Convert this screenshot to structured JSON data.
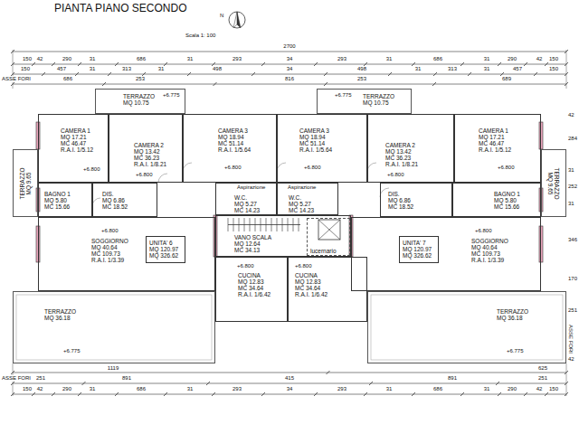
{
  "diagram": {
    "title": "PIANTA PIANO SECONDO",
    "nodes": [
      {
        "text": [
          "TERRAZZO",
          "MQ 10.75"
        ]
      },
      {
        "text": [
          "TERRAZZO",
          "MQ 10.75"
        ]
      },
      {
        "text": [
          "CAMERA 1",
          "MQ 17.21",
          "MC 46.47",
          "R.A.I. 1/5.12"
        ]
      },
      {
        "text": [
          "CAMERA 2",
          "MQ 13.42",
          "MC 36.23",
          "R.A.I. 1/8.21"
        ]
      },
      {
        "text": [
          "CAMERA 3",
          "MQ 18.94",
          "MC 51.14",
          "R.A.I. 1/5.64"
        ]
      },
      {
        "text": [
          "CAMERA 3",
          "MQ 18.94",
          "MC 51.14",
          "R.A.I. 1/5.64"
        ]
      },
      {
        "text": [
          "CAMERA 2",
          "MQ 13.42",
          "MC 36.23",
          "R.A.I. 1/8.21"
        ]
      },
      {
        "text": [
          "CAMERA 1",
          "MQ 17.21",
          "MC 46.47",
          "R.A.I. 1/5.12"
        ]
      },
      {
        "text": [
          "TERRAZZO",
          "MQ 9.65"
        ]
      },
      {
        "text": [
          "TERRAZZO",
          "MQ 9.65"
        ]
      },
      {
        "text": [
          "BAGNO 1",
          "MQ 5.80",
          "MC 15.66"
        ]
      },
      {
        "text": [
          "DIS.",
          "MQ 6.86",
          "MC 18.52"
        ]
      },
      {
        "text": [
          "W.C.",
          "MQ 5.27",
          "MC 14.23"
        ]
      },
      {
        "text": [
          "W.C.",
          "MQ 5.27",
          "MC 14.23"
        ]
      },
      {
        "text": [
          "DIS.",
          "MQ 6.86",
          "MC 18.52"
        ]
      },
      {
        "text": [
          "BAGNO 1",
          "MQ 5.80",
          "MC 15.66"
        ]
      },
      {
        "text": [
          "SOGGIORNO",
          "MQ 40.64",
          "MC 109.73",
          "R.A.I. 1/3.39"
        ]
      },
      {
        "text": [
          "UNITA' 6",
          "MQ 120.97",
          "MQ 326.62"
        ],
        "in": 16
      },
      {
        "text": [
          "VANO SCALA",
          "MQ 12.64",
          "MC 34.13"
        ]
      },
      {
        "text": [
          "lucernario"
        ],
        "in": 18
      },
      {
        "text": [
          "SOGGIORNO",
          "MQ 40.64",
          "MC 109.73",
          "R.A.I. 1/3.39"
        ]
      },
      {
        "text": [
          "UNITA' 7",
          "MQ 120.97",
          "MQ 326.62"
        ],
        "in": 20
      },
      {
        "text": [
          "CUCINA",
          "MQ 12.83",
          "MC 34.64",
          "R.A.I. 1/6.42"
        ]
      },
      {
        "text": [
          "CUCINA",
          "MQ 12.83",
          "MC 34.64",
          "R.A.I. 1/6.42"
        ]
      },
      {
        "text": [
          "TERRAZZO",
          "MQ 36.18"
        ]
      },
      {
        "text": [
          "TERRAZZO",
          "MQ 36.18"
        ]
      }
    ],
    "labels": [
      "Scala 1: 100",
      "N",
      "2700",
      "150",
      "42",
      "290",
      "31",
      "686",
      "31",
      "293",
      "34",
      "293",
      "31",
      "686",
      "31",
      "290",
      "42",
      "150",
      "150",
      "457",
      "31",
      "313",
      "31",
      "498",
      "34",
      "498",
      "31",
      "313",
      "31",
      "457",
      "150",
      "ASSE FORI",
      "686",
      "253",
      "816",
      "253",
      "689",
      "Aspirazione",
      "Aspirazione",
      "+6.800",
      "+6.800",
      "+6.800",
      "+6.800",
      "+6.800",
      "+6.800",
      "+6.800",
      "+6.800",
      "+6.800",
      "+6.800",
      "+6.775",
      "+6.775",
      "+6.775",
      "+6.775",
      "42",
      "284",
      "31",
      "252",
      "31",
      "346",
      "170",
      "251",
      "42",
      "ASSE FORI",
      "1119",
      "625",
      "ASSE FORI",
      "251",
      "891",
      "415",
      "891",
      "251",
      "150",
      "42",
      "290",
      "31",
      "686",
      "31",
      "293",
      "34",
      "293",
      "31",
      "686",
      "31",
      "290",
      "42",
      "150"
    ]
  }
}
